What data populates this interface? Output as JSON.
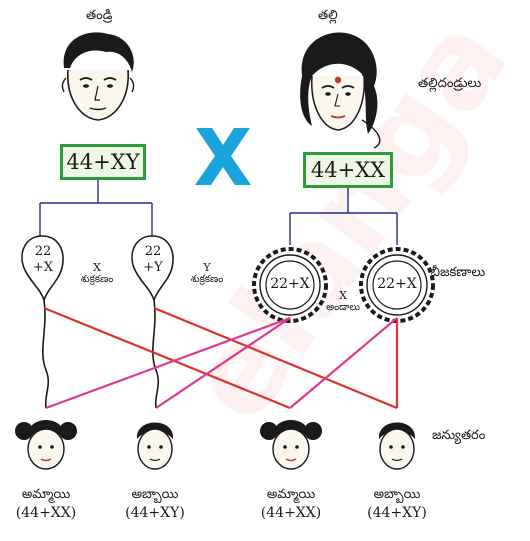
{
  "parents": {
    "father_label": "తండ్రి",
    "mother_label": "తల్లి",
    "father_karyotype": "44+XY",
    "mother_karyotype": "44+XX",
    "cross_symbol": "X",
    "row_label": "తల్లిదండ్రులు"
  },
  "gametes": {
    "row_label": "బీజకణాలు",
    "sperm": [
      {
        "chromosomes_top": "22",
        "chromosomes_bottom": "+X",
        "type": "X",
        "name": "శుక్రకణం"
      },
      {
        "chromosomes_top": "22",
        "chromosomes_bottom": "+Y",
        "type": "Y",
        "name": "శుక్రకణం"
      }
    ],
    "eggs": [
      {
        "chromosomes": "22+X"
      },
      {
        "chromosomes": "22+X"
      }
    ],
    "egg_type": "X",
    "egg_name": "అండాలు"
  },
  "offspring": {
    "row_label": "జన్యుతరం",
    "children": [
      {
        "name": "అమ్మాయి",
        "karyotype": "(44+XX)"
      },
      {
        "name": "అబ్బాయి",
        "karyotype": "(44+XY)"
      },
      {
        "name": "అమ్మాయి",
        "karyotype": "(44+XX)"
      },
      {
        "name": "అబ్బాయి",
        "karyotype": "(44+XY)"
      }
    ]
  },
  "colors": {
    "tree_lines": "#1f2a9a",
    "box_border": "#2a9d3a",
    "cross": "#1aa3dc",
    "red_lines": "#e0302a",
    "pink_lines": "#e0388f"
  }
}
